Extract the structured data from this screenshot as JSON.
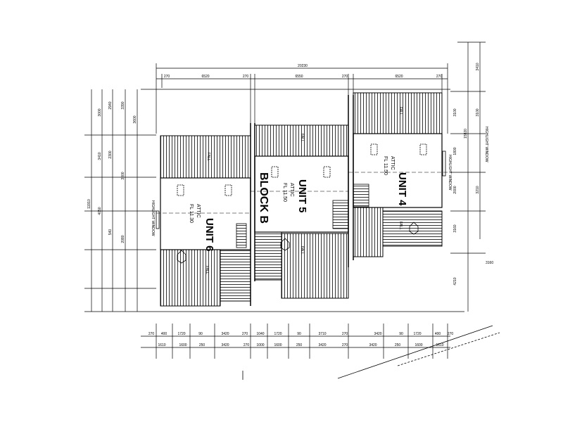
{
  "units": [
    {
      "name": "UNIT 6",
      "room": "ATTIC",
      "level": "FL 11.30"
    },
    {
      "name": "UNIT 5",
      "room": "ATTIC",
      "level": "FL 11.50"
    },
    {
      "name": "UNIT 4",
      "room": "ATTIC",
      "level": "FL 11.50"
    }
  ],
  "block_label": "BLOCK B",
  "fall_label": "FALL",
  "highlight_window_label": "HIGHLIGHT WINDOW",
  "dimensions": {
    "overall_top": "20230",
    "top_row": [
      "270",
      "6520",
      "270",
      "6550",
      "270",
      "6520",
      "270"
    ],
    "bottom_row_1": [
      "270",
      "400",
      "1720",
      "90",
      "3420",
      "270",
      "1040",
      "1720",
      "90",
      "3710",
      "270",
      "3420",
      "90",
      "1720",
      "400",
      "270"
    ],
    "bottom_row_2": [
      "1610",
      "1600",
      "250",
      "3420",
      "270",
      "1000",
      "1600",
      "250",
      "3420",
      "270",
      "3420",
      "250",
      "1600",
      "1610"
    ],
    "left_outer": "11910",
    "left_mid": [
      "3000",
      "3410",
      "4050"
    ],
    "left_inner": [
      "2940",
      "2300",
      "540",
      "3390",
      "3000",
      "2080",
      "3600"
    ],
    "right_outer": "15920",
    "right_mid": [
      "3410",
      "3100",
      "3210",
      "4210"
    ],
    "right_inner": [
      "3100",
      "1800",
      "2000",
      "3160",
      "3160"
    ]
  }
}
